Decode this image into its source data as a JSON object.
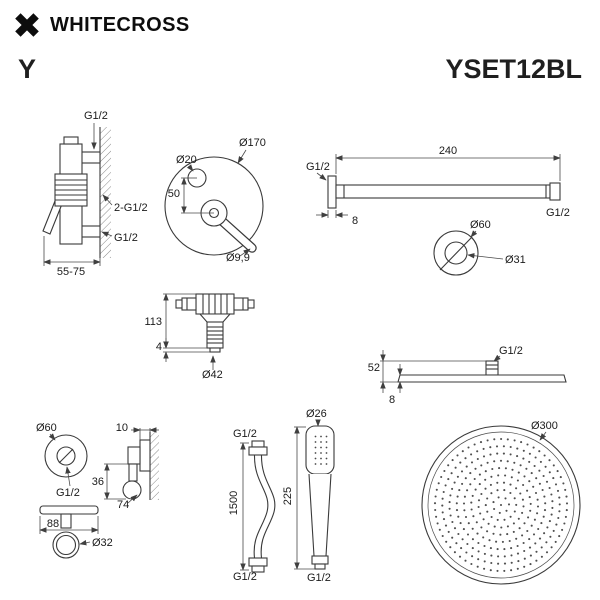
{
  "brand": {
    "name": "WHITECROSS"
  },
  "header": {
    "series": "Y",
    "model": "YSET12BL"
  },
  "diagrams": {
    "mixer_side": {
      "g_top": "G1/2",
      "g_mid": "2-G1/2",
      "g_bottom": "G1/2",
      "depth": "55-75"
    },
    "mixer_front": {
      "d_face": "Ø170",
      "d_button": "Ø20",
      "spacing": "50",
      "d_pin": "Ø9,9"
    },
    "arm": {
      "g_left": "G1/2",
      "length": "240",
      "thk": "8",
      "g_right": "G1/2",
      "d_outer": "Ø60",
      "d_inner": "Ø31"
    },
    "valve": {
      "height": "113",
      "gap": "4",
      "d_body": "Ø42"
    },
    "head_side": {
      "g": "G1/2",
      "height": "52",
      "thk": "8"
    },
    "outlet": {
      "d_face": "Ø60",
      "w_top": "10",
      "g": "G1/2",
      "h1": "36",
      "h2": "74",
      "w_bottom": "88",
      "d_hook": "Ø32"
    },
    "hose": {
      "g_top": "G1/2",
      "length": "1500",
      "g_bottom": "G1/2"
    },
    "hand_shower": {
      "d_head": "Ø26",
      "length": "225",
      "g": "G1/2"
    },
    "head_top": {
      "d_face": "Ø300"
    }
  }
}
